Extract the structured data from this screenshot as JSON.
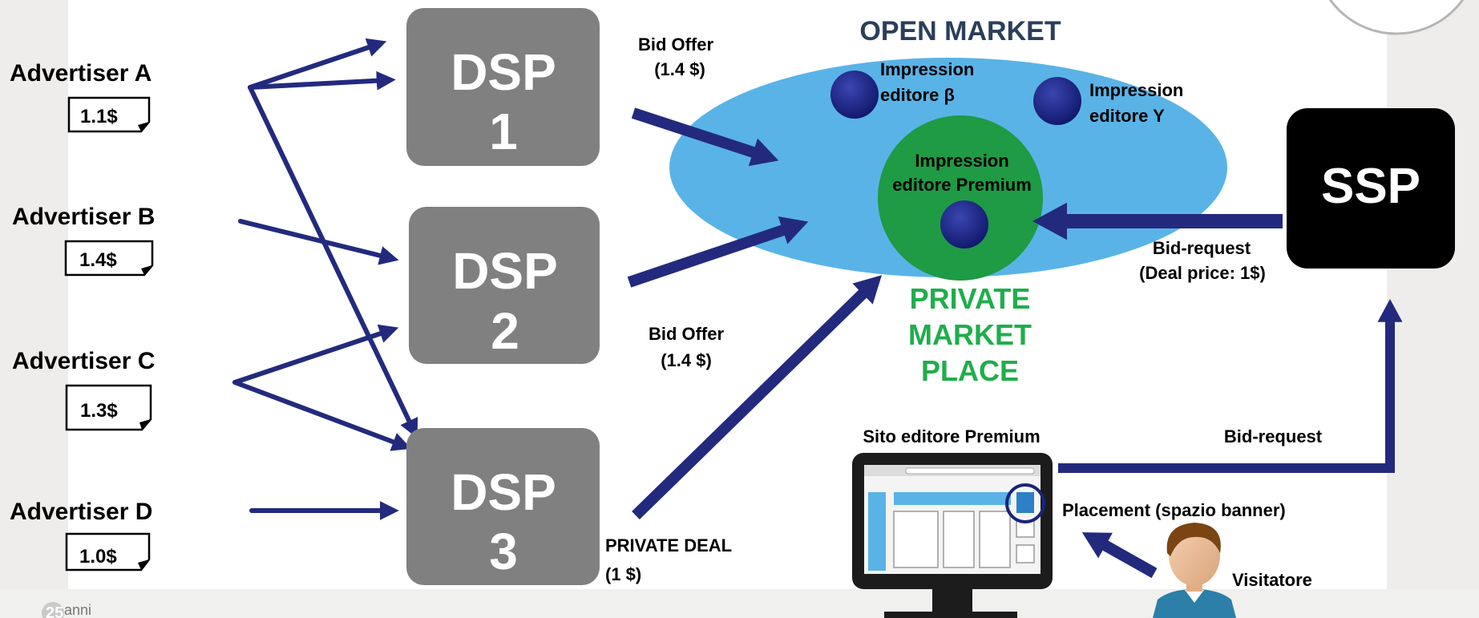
{
  "advertisers": [
    {
      "name": "Advertiser A",
      "bid": "1.1$"
    },
    {
      "name": "Advertiser B",
      "bid": "1.4$"
    },
    {
      "name": "Advertiser C",
      "bid": "1.3$"
    },
    {
      "name": "Advertiser D",
      "bid": "1.0$"
    }
  ],
  "dsps": [
    {
      "line1": "DSP",
      "line2": "1"
    },
    {
      "line1": "DSP",
      "line2": "2"
    },
    {
      "line1": "DSP",
      "line2": "3"
    }
  ],
  "bid_offer_1": {
    "line1": "Bid Offer",
    "line2": "(1.4 $)"
  },
  "bid_offer_2": {
    "line1": "Bid Offer",
    "line2": "(1.4 $)"
  },
  "private_deal": {
    "line1": "PRIVATE DEAL",
    "line2": "(1 $)"
  },
  "open_market": "OPEN MARKET",
  "impressions": {
    "beta": {
      "line1": "Impression",
      "line2": "editore β"
    },
    "gamma": {
      "line1": "Impression",
      "line2": "editore Y"
    },
    "premium": {
      "line1": "Impression",
      "line2": "editore Premium"
    }
  },
  "private_marketplace": [
    "PRIVATE",
    "MARKET",
    "PLACE"
  ],
  "ssp": "SSP",
  "bid_request_deal": {
    "line1": "Bid-request",
    "line2": "(Deal price: 1$)"
  },
  "bid_request": "Bid-request",
  "site_label": "Sito editore Premium",
  "placement_label": "Placement (spazio banner)",
  "visitor_label": "Visitatore",
  "logo": {
    "number": "25",
    "word": "anni"
  },
  "colors": {
    "arrow": "#232a7e",
    "dsp_box": "#808080",
    "ellipse": "#5ab3e6",
    "premium_circle": "#1f9a45",
    "dot": "#1a237e",
    "open_market_text": "#2c3e5a",
    "private_text": "#1fae4b",
    "ssp_box": "#000000"
  }
}
